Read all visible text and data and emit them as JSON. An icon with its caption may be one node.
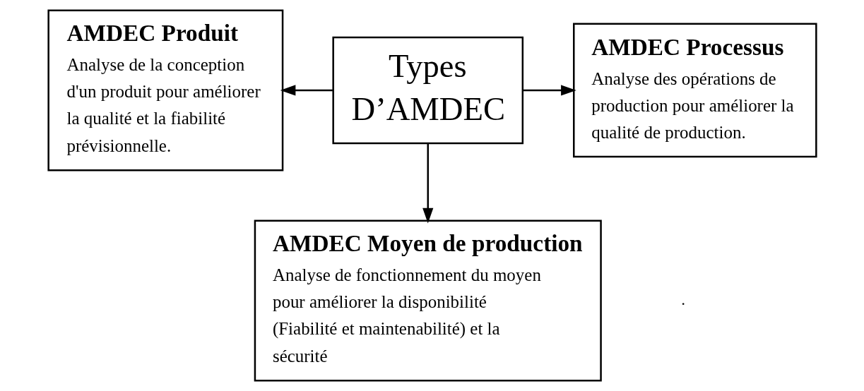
{
  "diagram": {
    "nodes": [
      {
        "text": [
          "Types D’AMDEC"
        ]
      },
      {
        "text": [
          "AMDEC Produit",
          "Analyse de la conception d'un produit pour améliorer la qualité et la fiabilité prévisionnelle."
        ]
      },
      {
        "text": [
          "AMDEC Processus",
          "Analyse des opérations de production pour améliorer la qualité de production."
        ]
      },
      {
        "text": [
          "AMDEC Moyen de production",
          "Analyse de fonctionnement du moyen pour améliorer la disponibilité (Fiabilité et maintenabilité) et la sécurité"
        ]
      }
    ],
    "edges": [
      {
        "from": 0,
        "to": 1,
        "arrow": "to"
      },
      {
        "from": 0,
        "to": 2,
        "arrow": "to"
      },
      {
        "from": 0,
        "to": 3,
        "arrow": "to"
      }
    ],
    "labels": [
      "."
    ]
  }
}
